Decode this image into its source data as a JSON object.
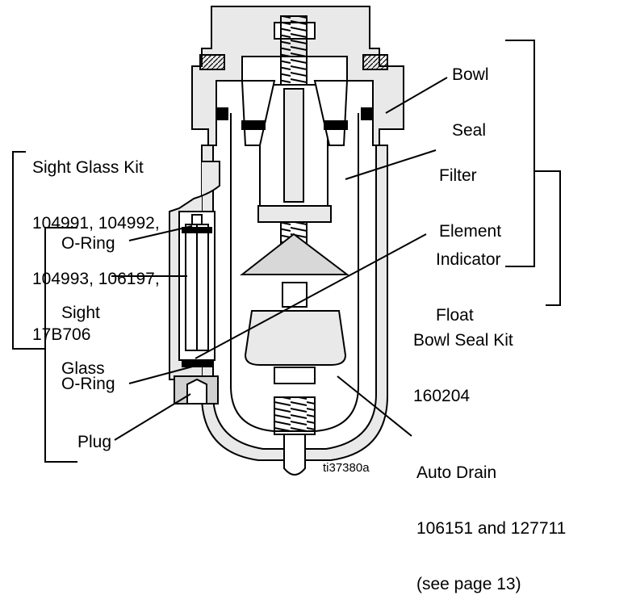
{
  "labels": {
    "bowl_seal": [
      "Bowl",
      "Seal"
    ],
    "filter_element": [
      "Filter",
      "Element"
    ],
    "indicator_float": [
      "Indicator",
      "Float"
    ],
    "bowl_seal_kit": [
      "Bowl Seal Kit",
      "160204"
    ],
    "sight_glass_kit": [
      "Sight Glass Kit",
      "104991, 104992,",
      "104993, 106197,",
      "17B706"
    ],
    "o_ring_top": "O-Ring",
    "sight_glass": [
      "Sight",
      "Glass"
    ],
    "o_ring_bottom": "O-Ring",
    "plug": "Plug",
    "auto_drain": [
      "Auto Drain",
      "106151 and 127711",
      "(see page 13)"
    ],
    "figure_id": "ti37380a"
  }
}
